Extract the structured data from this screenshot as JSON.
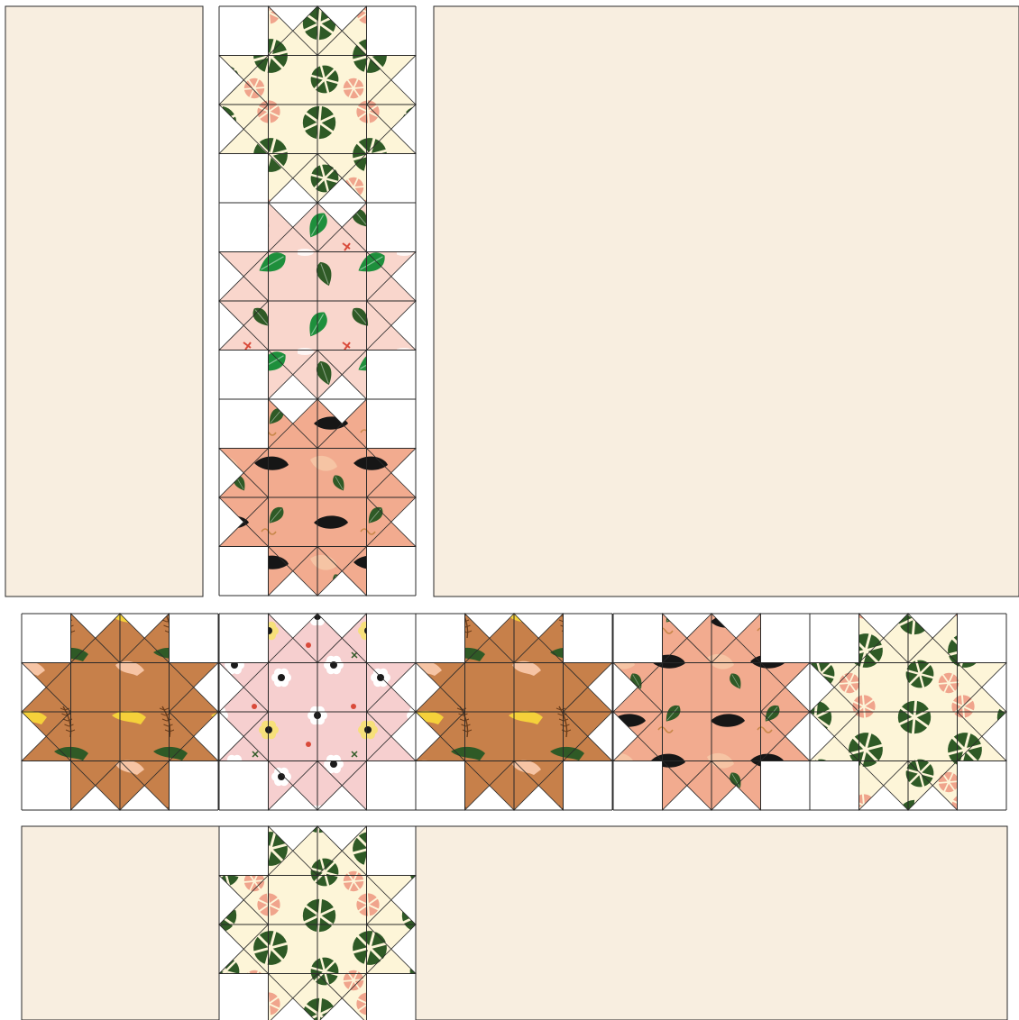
{
  "colors": {
    "background": "#ffffff",
    "cream_panel": "#f8eee0",
    "outline": "#2a2a2a",
    "background_square": "#ffffff",
    "monstera_fabric_bg": "#fdf5d8",
    "pink_leaf_fabric_bg": "#f9d6cc",
    "salmon_fabric_bg": "#f2ab8f",
    "ochre_hands_fabric_bg": "#c7804a",
    "pink_floral_fabric_bg": "#f6cfcf",
    "leaf_dark_green": "#2f5a26",
    "leaf_bright_green": "#1e8f3c",
    "leaf_pink": "#f0a48c",
    "hand_yellow": "#f5d13a",
    "hand_peach": "#f6c4a4",
    "black_blob": "#161616",
    "flower_white": "#ffffff",
    "flower_yellow": "#f7e07a",
    "flower_red": "#d94a3a"
  },
  "panels": [
    {
      "name": "left-top-panel",
      "fill": "cream_panel"
    },
    {
      "name": "right-top-panel",
      "fill": "cream_panel"
    },
    {
      "name": "left-bottom-panel",
      "fill": "cream_panel"
    },
    {
      "name": "right-bottom-panel",
      "fill": "cream_panel"
    }
  ],
  "blocks": [
    {
      "name": "monstera-star-block-top",
      "fabric": "monstera"
    },
    {
      "name": "pink-leaf-star-block",
      "fabric": "pink_leaf"
    },
    {
      "name": "salmon-faces-star-block-vertical",
      "fabric": "salmon_faces"
    },
    {
      "name": "ochre-hands-star-block-1",
      "fabric": "ochre_hands"
    },
    {
      "name": "pink-floral-star-block",
      "fabric": "pink_floral"
    },
    {
      "name": "ochre-hands-star-block-2",
      "fabric": "ochre_hands"
    },
    {
      "name": "salmon-faces-star-block-horizontal",
      "fabric": "salmon_faces"
    },
    {
      "name": "monstera-star-block-row",
      "fabric": "monstera"
    },
    {
      "name": "monstera-star-block-bottom",
      "fabric": "monstera"
    }
  ]
}
